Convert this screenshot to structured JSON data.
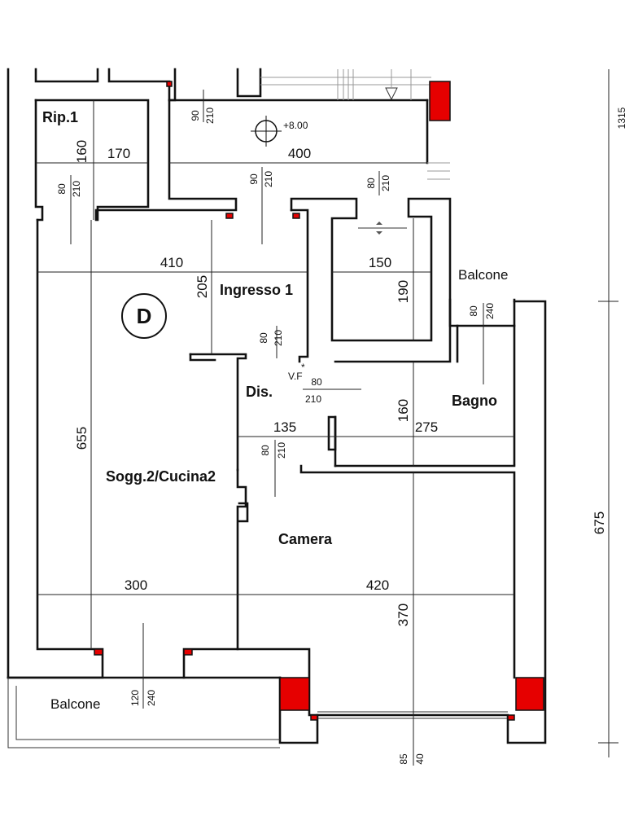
{
  "rooms": {
    "rip": "Rip.1",
    "ingresso": "Ingresso 1",
    "dis": "Dis.",
    "soggiorno": "Sogg.2/Cucina2",
    "camera": "Camera",
    "bagno": "Bagno",
    "balcone_right": "Balcone",
    "balcone_bottom": "Balcone"
  },
  "unit_label": "D",
  "level_mark": "+8.00",
  "vf_label": "V.F",
  "dimensions": {
    "rip_h": "160",
    "rip_w": "170",
    "top_room_w": "400",
    "ingresso_w": "410",
    "ingresso_h": "205",
    "closet_w": "150",
    "closet_h": "190",
    "sogg_h": "655",
    "dis_w": "135",
    "bagno_h": "160",
    "bagno_w": "275",
    "sogg_w": "300",
    "camera_w": "420",
    "camera_h": "370",
    "total_h": "675"
  },
  "door_sizes": {
    "d1_w": "90",
    "d1_h": "210",
    "d2_w": "80",
    "d2_h": "210",
    "d3_w": "90",
    "d3_h": "210",
    "d4_w": "80",
    "d4_h": "210",
    "d5_w": "80",
    "d5_h": "210",
    "d6_w": "80",
    "d6_h": "240",
    "d7_w": "80",
    "d7_h": "210",
    "d8_w": "80",
    "d8_h": "210",
    "d9_w": "120",
    "d9_h": "240",
    "d10_w": "85",
    "d10_h": "40"
  },
  "partial_edge": "1315"
}
